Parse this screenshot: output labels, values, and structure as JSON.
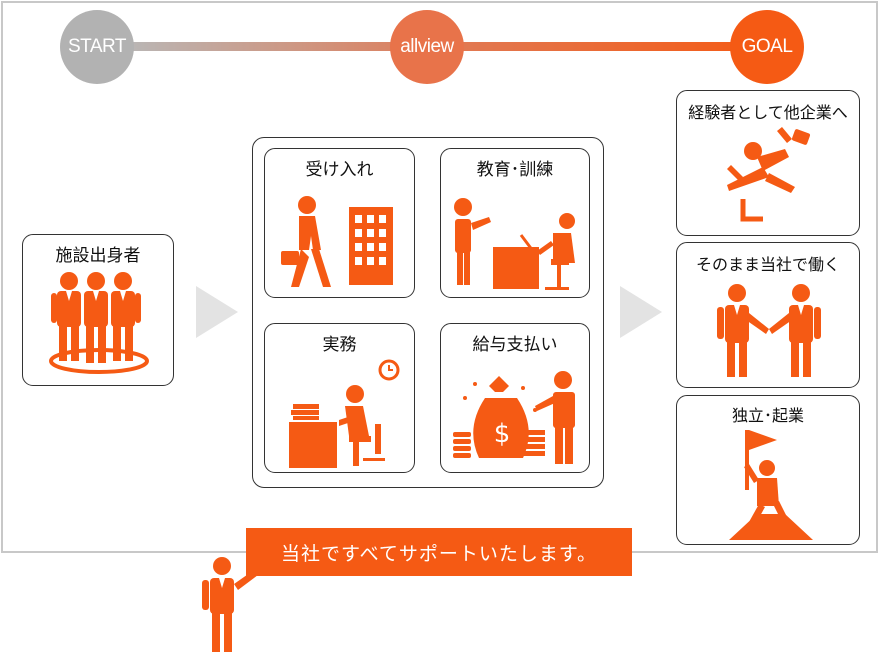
{
  "timeline": {
    "start": "START",
    "middle": "allview",
    "goal": "GOAL",
    "colors": {
      "start": "#b2b2b2",
      "middle": "#e8734a",
      "goal": "#f55a14"
    }
  },
  "origin": {
    "title": "施設出身者"
  },
  "process": {
    "accept": "受け入れ",
    "training": "教育･訓練",
    "work": "実務",
    "salary": "給与支払い"
  },
  "goals": {
    "other_company": "経験者として他企業へ",
    "stay": "そのまま当社で働く",
    "independent": "独立･起業"
  },
  "banner": {
    "text": "当社ですべてサポートいたします。"
  },
  "colors": {
    "accent": "#f55a14",
    "arrow": "#e3e3e3",
    "border": "#333333"
  }
}
